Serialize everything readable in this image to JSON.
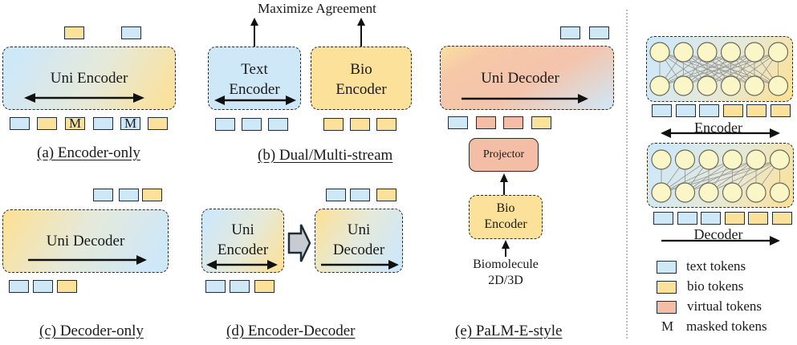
{
  "panels": {
    "a": {
      "caption": "(a) Encoder-only",
      "block_label": "Uni Encoder",
      "input_tokens": [
        "text",
        "bio",
        "bio-masked",
        "text",
        "text-masked",
        "bio"
      ],
      "output_tokens": [
        "bio",
        "text"
      ],
      "mask_symbol": "M"
    },
    "b": {
      "caption": "(b) Dual/Multi-stream",
      "top_label": "Maximize Agreement",
      "left_block_line1": "Text",
      "left_block_line2": "Encoder",
      "right_block_line1": "Bio",
      "right_block_line2": "Encoder",
      "left_tokens": [
        "text",
        "text",
        "text"
      ],
      "right_tokens": [
        "bio",
        "bio",
        "bio"
      ]
    },
    "c": {
      "caption": "(c) Decoder-only",
      "block_label": "Uni Decoder",
      "input_tokens": [
        "text",
        "text",
        "bio"
      ],
      "output_tokens": [
        "text",
        "text",
        "bio"
      ]
    },
    "d": {
      "caption": "(d) Encoder-Decoder",
      "enc_line1": "Uni",
      "enc_line2": "Encoder",
      "dec_line1": "Uni",
      "dec_line2": "Decoder",
      "input_tokens": [
        "text",
        "text",
        "bio"
      ],
      "output_tokens": [
        "text",
        "text",
        "bio"
      ]
    },
    "e": {
      "caption": "(e) PaLM-E-style",
      "block_label": "Uni Decoder",
      "projector_label": "Projector",
      "bio_line1": "Bio",
      "bio_line2": "Encoder",
      "source_line1": "Biomolecule",
      "source_line2": "2D/3D",
      "input_tokens": [
        "text",
        "virt",
        "virt",
        "bio"
      ],
      "output_tokens": [
        "text",
        "text"
      ]
    },
    "attention": {
      "encoder_label": "Encoder",
      "decoder_label": "Decoder",
      "nodes_per_layer": 6,
      "tokens": [
        "text",
        "text",
        "text",
        "bio",
        "bio",
        "bio"
      ]
    }
  },
  "legend": {
    "items": [
      {
        "label": "text tokens",
        "type": "text"
      },
      {
        "label": "bio tokens",
        "type": "bio"
      },
      {
        "label": "virtual tokens",
        "type": "virt"
      }
    ],
    "mask_symbol": "M",
    "mask_label": "masked tokens"
  },
  "colors": {
    "text_token": "#cfe8f8",
    "bio_token": "#fbe19a",
    "virtual_token": "#f4bea6",
    "node_fill": "#fbf6c8"
  }
}
